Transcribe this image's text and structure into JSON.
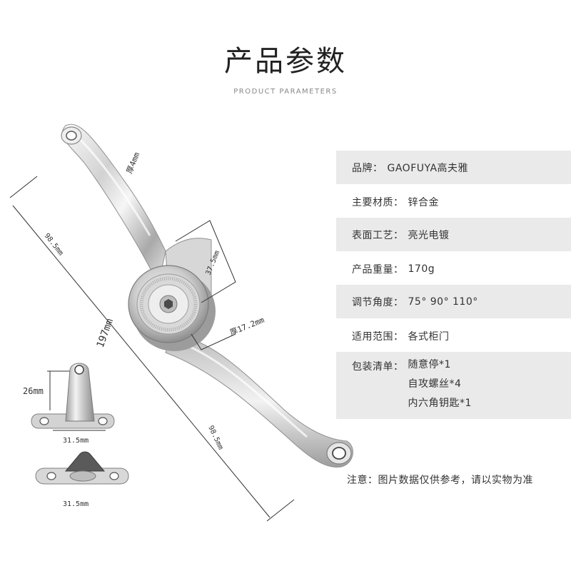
{
  "header": {
    "title": "产品参数",
    "subtitle": "PRODUCT PARAMETERS"
  },
  "dimensions": {
    "arm_thickness": "厚4mm",
    "arm_half_upper": "98.5mm",
    "arm_half_lower": "98.5mm",
    "total_length": "197mm",
    "disc_diameter": "37.5mm",
    "disc_thickness": "厚17.2mm",
    "bracket_height": "26mm",
    "bracket_width_top": "31.5mm",
    "bracket_width_bottom": "31.5mm"
  },
  "specs": [
    {
      "label": "品牌：",
      "value": "GAOFUYA高夫雅"
    },
    {
      "label": "主要材质：",
      "value": "锌合金"
    },
    {
      "label": "表面工艺：",
      "value": "亮光电镀"
    },
    {
      "label": "产品重量：",
      "value": "170g"
    },
    {
      "label": "调节角度：",
      "value": "75° 90° 110°"
    },
    {
      "label": "适用范围：",
      "value": "各式柜门"
    }
  ],
  "package": {
    "label": "包装清单：",
    "items": [
      "随意停*1",
      "自攻螺丝*4",
      "内六角钥匙*1"
    ]
  },
  "note": "注意：图片数据仅供参考，请以实物为准",
  "colors": {
    "row_shade": "#eaeaea",
    "metal_light": "#f4f4f4",
    "metal_dark": "#8a8a8a"
  }
}
